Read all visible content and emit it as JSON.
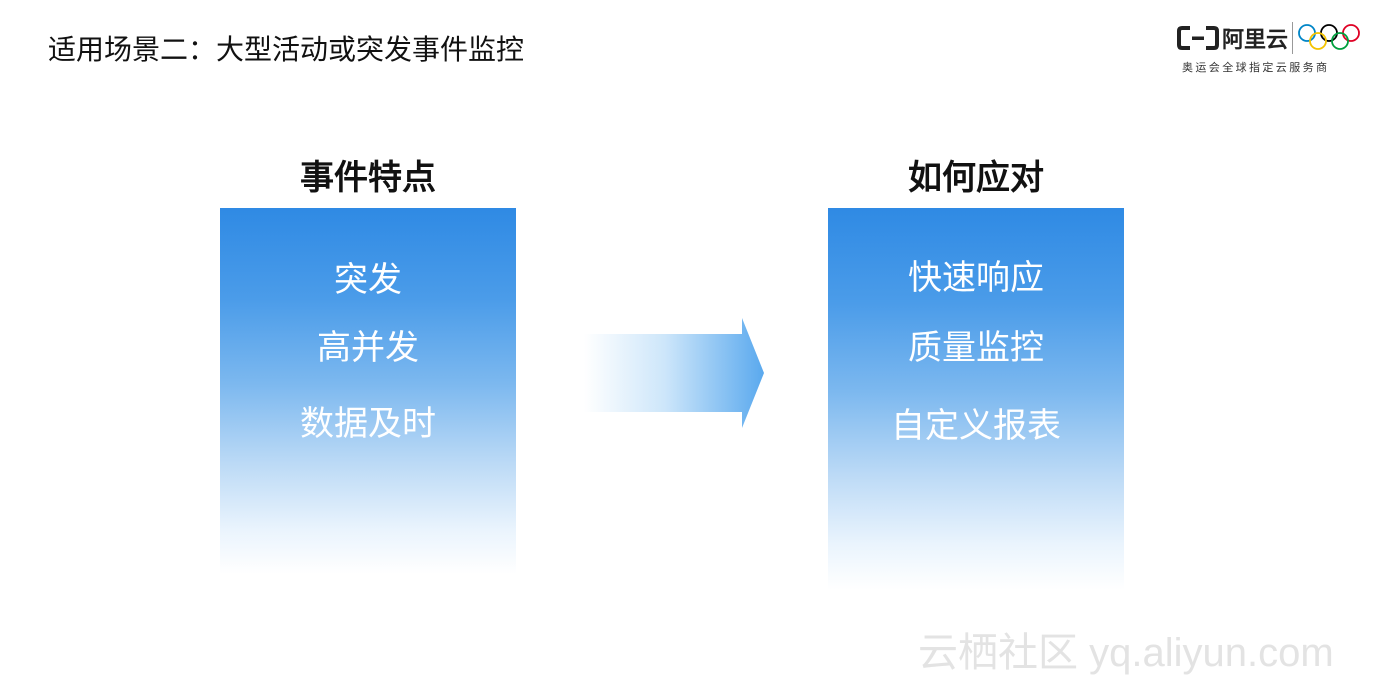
{
  "slide": {
    "title": "适用场景二：大型活动或突发事件监控"
  },
  "logo": {
    "name": "阿里云",
    "subtitle": "奥运会全球指定云服务商",
    "ring_colors": [
      "#0085c7",
      "#f4c300",
      "#000000",
      "#009f3d",
      "#df0024"
    ]
  },
  "left_column": {
    "heading": "事件特点",
    "items": [
      "突发",
      "高并发",
      "数据及时"
    ]
  },
  "right_column": {
    "heading": "如何应对",
    "items": [
      "快速响应",
      "质量监控",
      "自定义报表"
    ]
  },
  "colors": {
    "panel_top": "#2f8ae4",
    "arrow": "#6cb4ef"
  },
  "watermark": "云栖社区 yq.aliyun.com"
}
